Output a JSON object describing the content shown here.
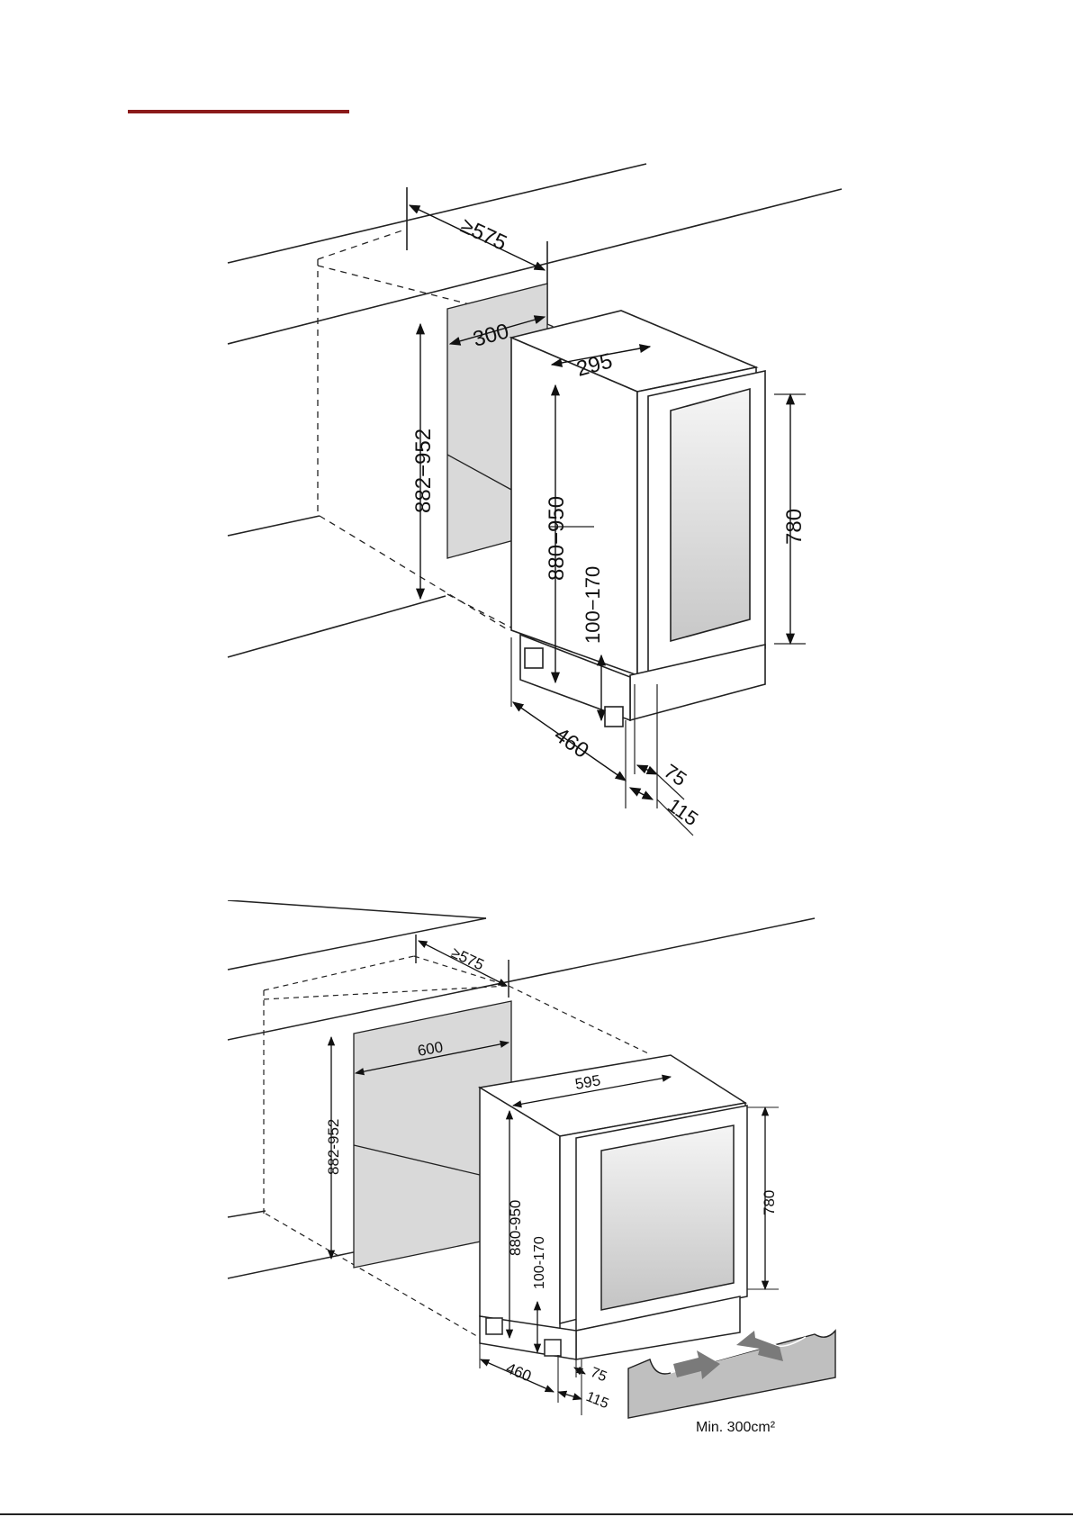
{
  "colors": {
    "header_rule": "#8b1a1a",
    "line": "#222222",
    "recess_fill": "#d9d9d9",
    "vent_fill": "#bfbfbf",
    "arrow_fill": "#7a7a7a"
  },
  "top_diagram": {
    "dims": {
      "depth_min": "≥575",
      "niche_width": "300",
      "unit_width": "295",
      "niche_height": "882−952",
      "unit_height": "880−950",
      "door_height": "780",
      "leg_height": "100−170",
      "unit_depth": "460",
      "door_offset": "75",
      "total_offset": "115"
    }
  },
  "bottom_diagram": {
    "dims": {
      "depth_min": "≥575",
      "niche_width": "600",
      "unit_width": "595",
      "niche_height": "882-952",
      "unit_height": "880-950",
      "door_height": "780",
      "leg_height": "100-170",
      "unit_depth": "460",
      "door_offset": "75",
      "total_offset": "115"
    },
    "vent_note": "Min. 300cm²"
  }
}
